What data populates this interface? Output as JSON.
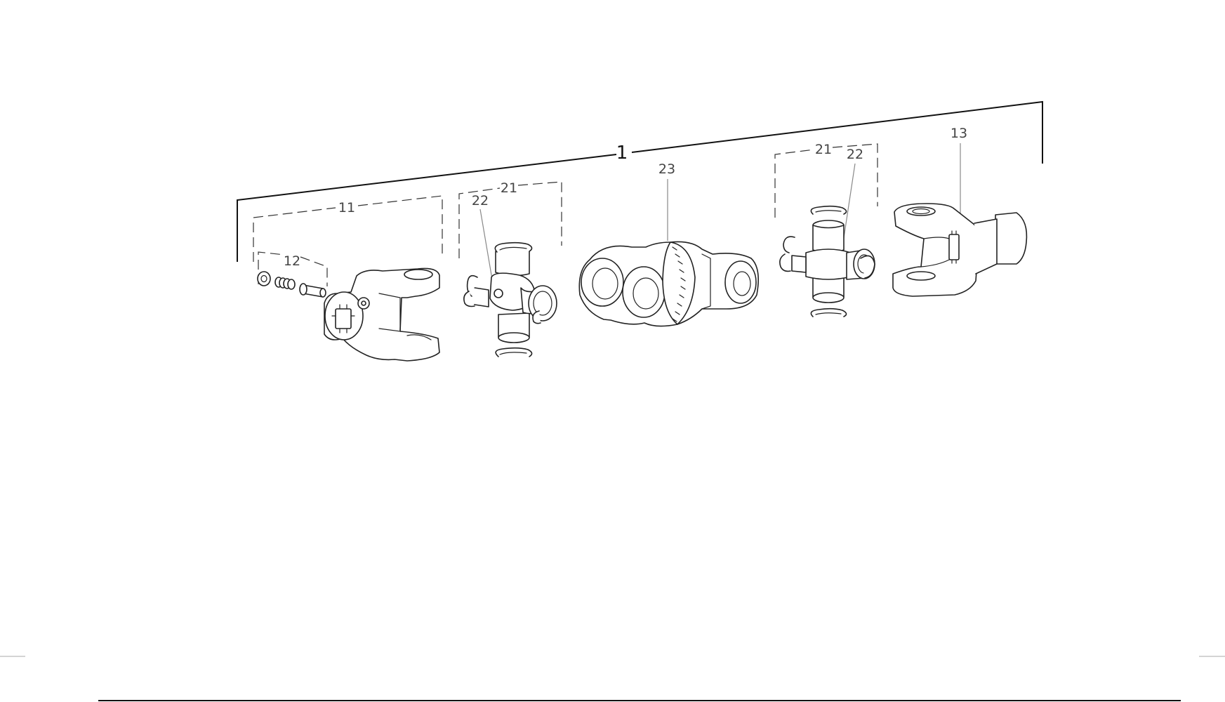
{
  "diagram": {
    "callouts": {
      "assembly": "1",
      "yoke_left": "11",
      "pin_kit": "12",
      "yoke_right": "13",
      "cross_kit_left": "21",
      "cross_left": "22",
      "cross_kit_right": "21",
      "cross_right": "22",
      "double_yoke": "23"
    }
  }
}
